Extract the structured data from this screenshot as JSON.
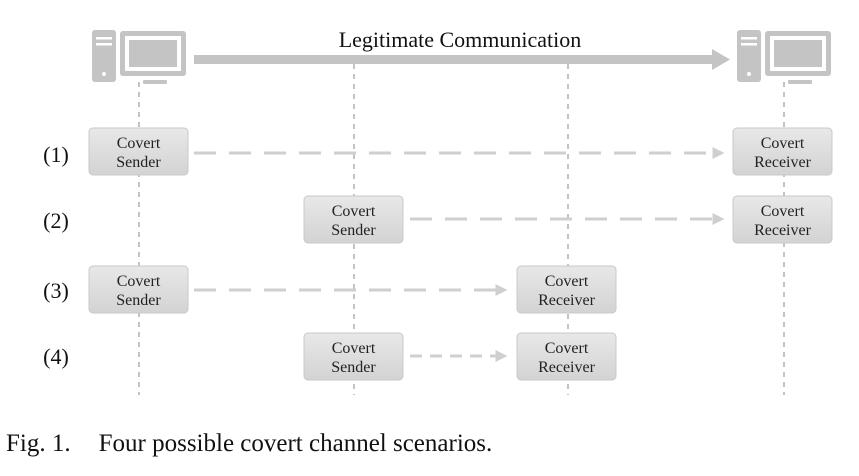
{
  "title": "Legitimate Communication",
  "scenarios": [
    {
      "label": "(1)",
      "sender": [
        "Covert",
        "Sender"
      ],
      "receiver": [
        "Covert",
        "Receiver"
      ]
    },
    {
      "label": "(2)",
      "sender": [
        "Covert",
        "Sender"
      ],
      "receiver": [
        "Covert",
        "Receiver"
      ]
    },
    {
      "label": "(3)",
      "sender": [
        "Covert",
        "Sender"
      ],
      "receiver": [
        "Covert",
        "Receiver"
      ]
    },
    {
      "label": "(4)",
      "sender": [
        "Covert",
        "Sender"
      ],
      "receiver": [
        "Covert",
        "Receiver"
      ]
    }
  ],
  "icons": {
    "left": "computer-icon",
    "right": "computer-icon"
  },
  "colors": {
    "box_fill": "#dcdcdc",
    "arrow": "#cfcfcf",
    "icon": "#c4c4c4",
    "lifeline": "#8a8a8a"
  },
  "caption": {
    "number": "Fig. 1.",
    "text": "Four possible covert channel scenarios."
  }
}
